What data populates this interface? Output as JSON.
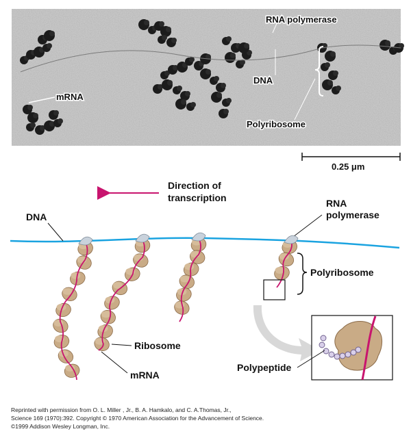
{
  "micrograph": {
    "labels": {
      "rna_polymerase": "RNA polymerase",
      "dna": "DNA",
      "mrna": "mRNA",
      "polyribosome": "Polyribosome"
    },
    "scale_bar": "0.25 μm"
  },
  "diagram": {
    "direction_line1": "Direction of",
    "direction_line2": "transcription",
    "dna": "DNA",
    "rna_polymerase_line1": "RNA",
    "rna_polymerase_line2": "polymerase",
    "polyribosome": "Polyribosome",
    "ribosome": "Ribosome",
    "mrna": "mRNA",
    "polypeptide": "Polypeptide"
  },
  "credit": {
    "line1": "Reprinted with permission from O. L. Miller , Jr., B. A. Hamkalo, and C. A.Thomas, Jr.,",
    "line2": "Science 169 (1970):392. Copyright © 1970 American Association for the Advancement of Science.",
    "line3": "©1999 Addison Wesley Longman, Inc."
  },
  "colors": {
    "dna": "#1aa3e0",
    "mrna": "#c8146e",
    "ribosome": "#c9ab86",
    "ribosome_edge": "#8a6a48",
    "polymerase": "#c9d2dc",
    "polypeptide": "#d9d0ea",
    "arrow": "#c8146e",
    "micrograph_bg": "#bdbdbd"
  }
}
